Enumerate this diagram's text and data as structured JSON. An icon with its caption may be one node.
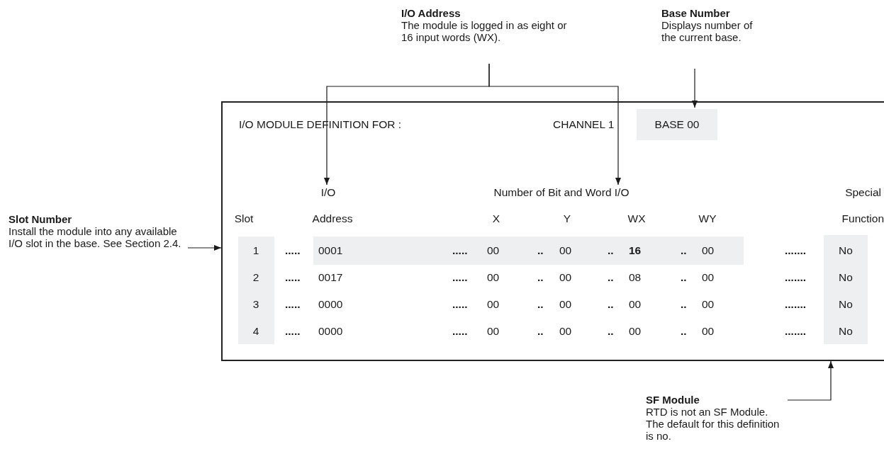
{
  "diagram": {
    "nodes": [
      {
        "text": [
          "I/O Address",
          "The module is logged in as eight or 16 input words (WX)."
        ]
      },
      {
        "text": [
          "Base Number",
          "Displays number of the current base."
        ]
      },
      {
        "text": [],
        "shape": "box"
      },
      {
        "text": [
          "BASE 00"
        ],
        "in": 2
      },
      {
        "text": [
          "I/O"
        ],
        "in": 2
      },
      {
        "text": [
          "Number of Bit and Word I/O"
        ],
        "in": 2
      },
      {
        "text": [
          "Slot Number",
          "Install the module into any available I/O slot in the base. See Section 2.4."
        ]
      },
      {
        "text": [
          "SF Module",
          "RTD is not an SF Module. The default for this definition is no."
        ]
      }
    ],
    "edges": [
      {
        "from": 0,
        "to": 4,
        "arrow": "to"
      },
      {
        "from": 0,
        "to": 5,
        "arrow": "to"
      },
      {
        "from": 1,
        "to": 3,
        "arrow": "to"
      },
      {
        "from": 6,
        "to": 2,
        "arrow": "to"
      },
      {
        "from": 7,
        "to": 2,
        "arrow": "to"
      }
    ],
    "labels": [
      "I/O MODULE DEFINITION FOR :",
      "CHANNEL 1",
      "Special",
      "Slot",
      "Address",
      "X",
      "Y",
      "WX",
      "WY",
      "Function",
      "1",
      ".....",
      "0001",
      ".....",
      "00",
      "..",
      "00",
      "..",
      "16",
      "..",
      "00",
      ".......",
      "No",
      "2",
      ".....",
      "0017",
      ".....",
      "00",
      "..",
      "00",
      "..",
      "08",
      "..",
      "00",
      ".......",
      "No",
      "3",
      ".....",
      "0000",
      ".....",
      "00",
      "..",
      "00",
      "..",
      "00",
      "..",
      "00",
      ".......",
      "No",
      "4",
      ".....",
      "0000",
      ".....",
      "00",
      "..",
      "00",
      "..",
      "00",
      "..",
      "00",
      ".......",
      "No"
    ]
  }
}
